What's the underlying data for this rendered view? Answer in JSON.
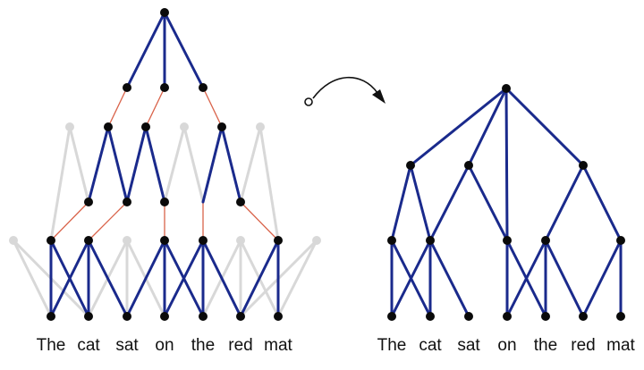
{
  "colors": {
    "edge": "#1a2a8c",
    "link": "#d9634a",
    "ghost": "#d8d8d8",
    "node": "#0a0a0a",
    "arrow": "#111111"
  },
  "left_tree": {
    "words": [
      "The",
      "cat",
      "sat",
      "on",
      "the",
      "red",
      "mat"
    ]
  },
  "right_tree": {
    "words": [
      "The",
      "cat",
      "sat",
      "on",
      "the",
      "red",
      "mat"
    ]
  }
}
